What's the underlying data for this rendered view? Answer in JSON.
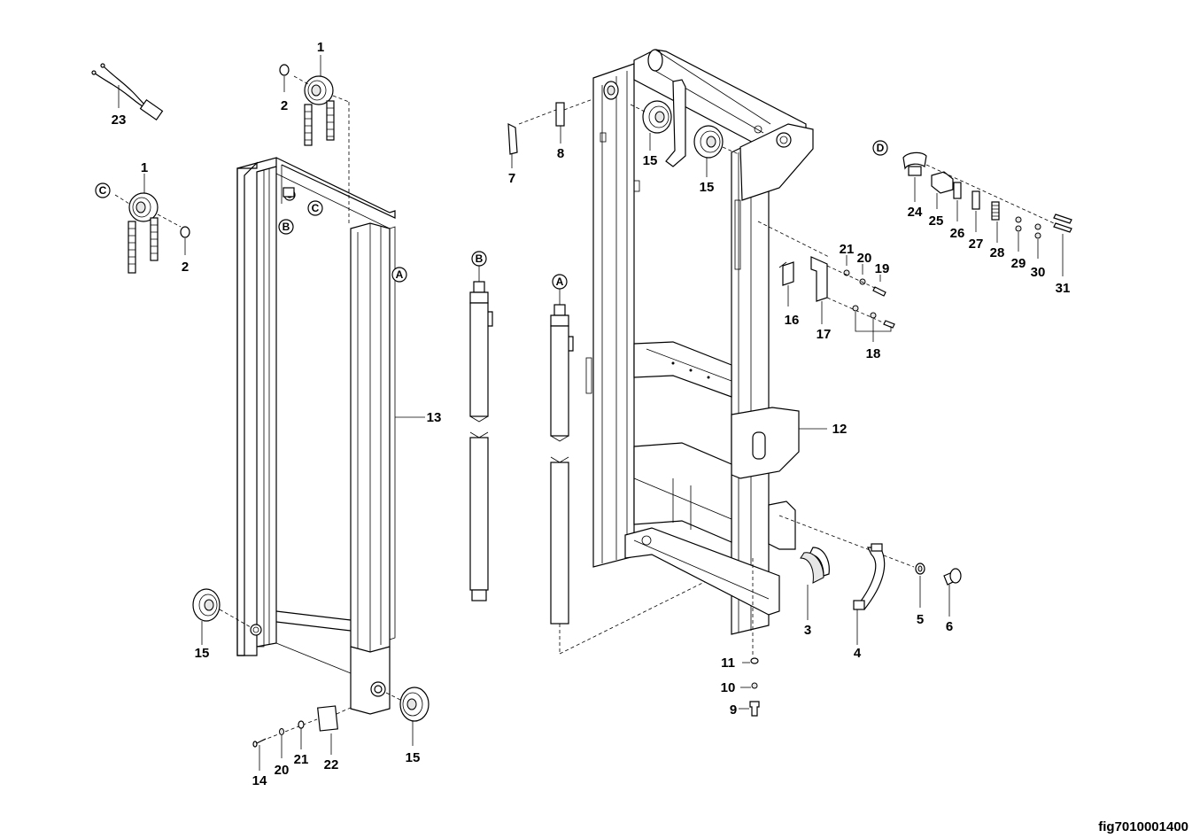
{
  "figure_id": "fig7010001400",
  "callouts": {
    "c1a": "1",
    "c1b": "1",
    "c2a": "2",
    "c2b": "2",
    "c3": "3",
    "c4": "4",
    "c5": "5",
    "c6": "6",
    "c7": "7",
    "c8": "8",
    "c9": "9",
    "c10": "10",
    "c11": "11",
    "c12": "12",
    "c13": "13",
    "c14": "14",
    "c15a": "15",
    "c15b": "15",
    "c15c": "15",
    "c15d": "15",
    "c16": "16",
    "c17": "17",
    "c18": "18",
    "c19": "19",
    "c20a": "20",
    "c20b": "20",
    "c21a": "21",
    "c21b": "21",
    "c22": "22",
    "c23": "23",
    "c24": "24",
    "c25": "25",
    "c26": "26",
    "c27": "27",
    "c28": "28",
    "c29": "29",
    "c30": "30",
    "c31": "31"
  },
  "refs": {
    "A1": "A",
    "A2": "A",
    "B1": "B",
    "B2": "B",
    "C1": "C",
    "C2": "C",
    "D1": "D"
  }
}
